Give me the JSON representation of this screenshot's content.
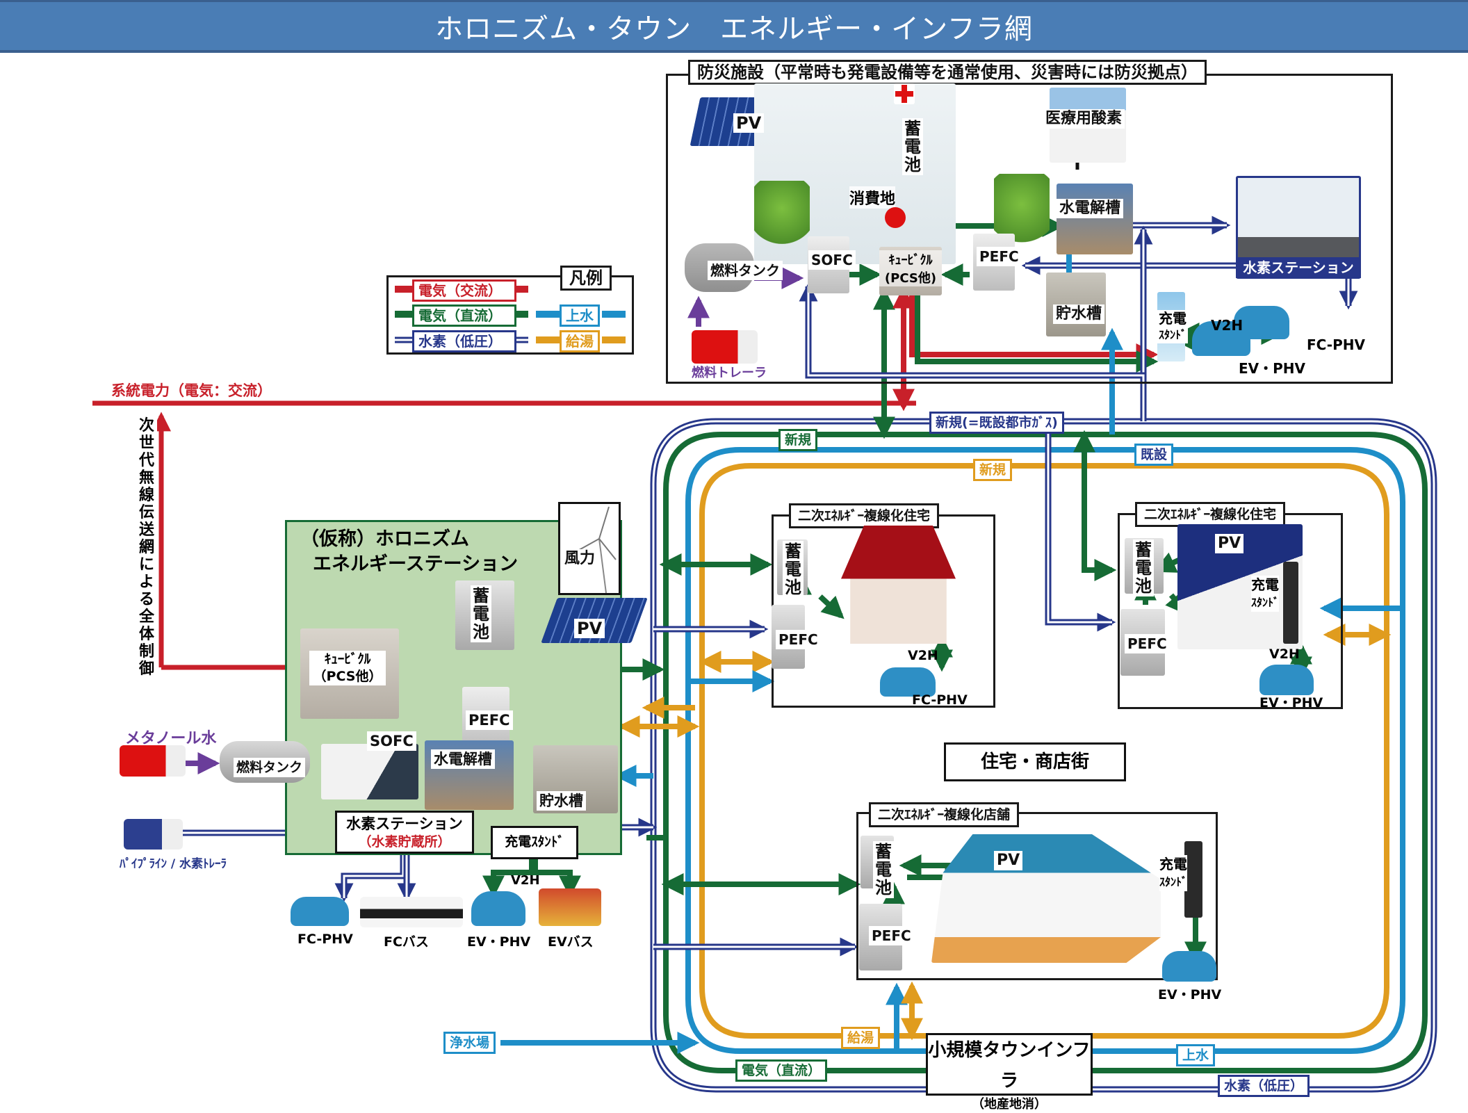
{
  "title": "ホロニズム・タウン　エネルギー・インフラ網",
  "colors": {
    "ac": "#c8202a",
    "dc": "#166b35",
    "h2": "#27378a",
    "water": "#1e8ec8",
    "hotwater": "#e09c1e",
    "methanol": "#6a3d9a",
    "station_bg": "#bdd9b0",
    "title_bg": "#4a7db5"
  },
  "legend": {
    "title": "凡例",
    "items": [
      {
        "key": "ac",
        "label": "電気（交流）"
      },
      {
        "key": "dc",
        "label": "電気（直流）"
      },
      {
        "key": "h2",
        "label": "水素（低圧）"
      },
      {
        "key": "water",
        "label": "上水"
      },
      {
        "key": "hotwater",
        "label": "給湯"
      }
    ]
  },
  "disaster_facility": {
    "title": "防災施設（平常時も発電設備等を通常使用、災害時には防災拠点）",
    "pv": "PV",
    "battery": "蓄電池",
    "consumer": "消費地",
    "oxygen": "医療用酸素",
    "electrolyzer": "水電解槽",
    "h2_station": "水素ステーション",
    "fuel_tank": "燃料タンク",
    "sofc": "SOFC",
    "cubicle": "ｷｭｰﾋﾞｸﾙ",
    "cubicle_sub": "(PCS他)",
    "pefc": "PEFC",
    "water_tank": "貯水槽",
    "charger": "充電",
    "charger_sub": "ｽﾀﾝﾄﾞ",
    "v2h": "V2H",
    "ev": "EV・PHV",
    "fc": "FC-PHV",
    "fuel_trailer": "燃料トレーラ"
  },
  "grid": {
    "label": "系統電力（電気：交流）",
    "control_label": "次世代無線伝送網による全体制御"
  },
  "energy_station": {
    "title_line1": "（仮称）ホロニズム",
    "title_line2": "エネルギーステーション",
    "wind": "風力",
    "battery": "蓄電池",
    "pv": "PV",
    "cubicle": "ｷｭｰﾋﾞｸﾙ",
    "cubicle_sub": "（PCS他）",
    "pefc": "PEFC",
    "sofc": "SOFC",
    "electrolyzer": "水電解槽",
    "water_tank": "貯水槽",
    "h2_station": "水素ステーション",
    "h2_storage": "（水素貯蔵所）",
    "charger": "充電ｽﾀﾝﾄﾞ",
    "methanol": "メタノール水",
    "fuel_tank": "燃料タンク",
    "pipeline": "ﾊﾟｲﾌﾟﾗｲﾝ / 水素ﾄﾚｰﾗ",
    "v2h": "V2H",
    "vehicles": [
      "FC-PHV",
      "FCバス",
      "EV・PHV",
      "EVバス"
    ]
  },
  "loop_tags": {
    "h2_new": "新規(=既設都市ｶﾞｽ)",
    "dc_new": "新規",
    "water_existing": "既設",
    "hot_new": "新規",
    "hot": "給湯",
    "water": "上水",
    "dc": "電気（直流）",
    "h2": "水素（低圧）",
    "purification": "浄水場"
  },
  "district": {
    "title": "住宅・商店街",
    "house1": {
      "title": "二次ｴﾈﾙｷﾞｰ複線化住宅",
      "battery": "蓄電池",
      "pefc": "PEFC",
      "v2h": "V2H",
      "car": "FC-PHV"
    },
    "house2": {
      "title": "二次ｴﾈﾙｷﾞｰ複線化住宅",
      "battery": "蓄電池",
      "pefc": "PEFC",
      "pv": "PV",
      "charger": "充電",
      "charger_sub": "ｽﾀﾝﾄﾞ",
      "v2h": "V2H",
      "car": "EV・PHV"
    },
    "shop": {
      "title": "二次ｴﾈﾙｷﾞｰ複線化店舗",
      "battery": "蓄電池",
      "pefc": "PEFC",
      "pv": "PV",
      "charger": "充電",
      "charger_sub": "ｽﾀﾝﾄﾞ",
      "car": "EV・PHV"
    }
  },
  "town_infra": {
    "title": "小規模タウンインフラ",
    "sub": "（地産地消）"
  }
}
